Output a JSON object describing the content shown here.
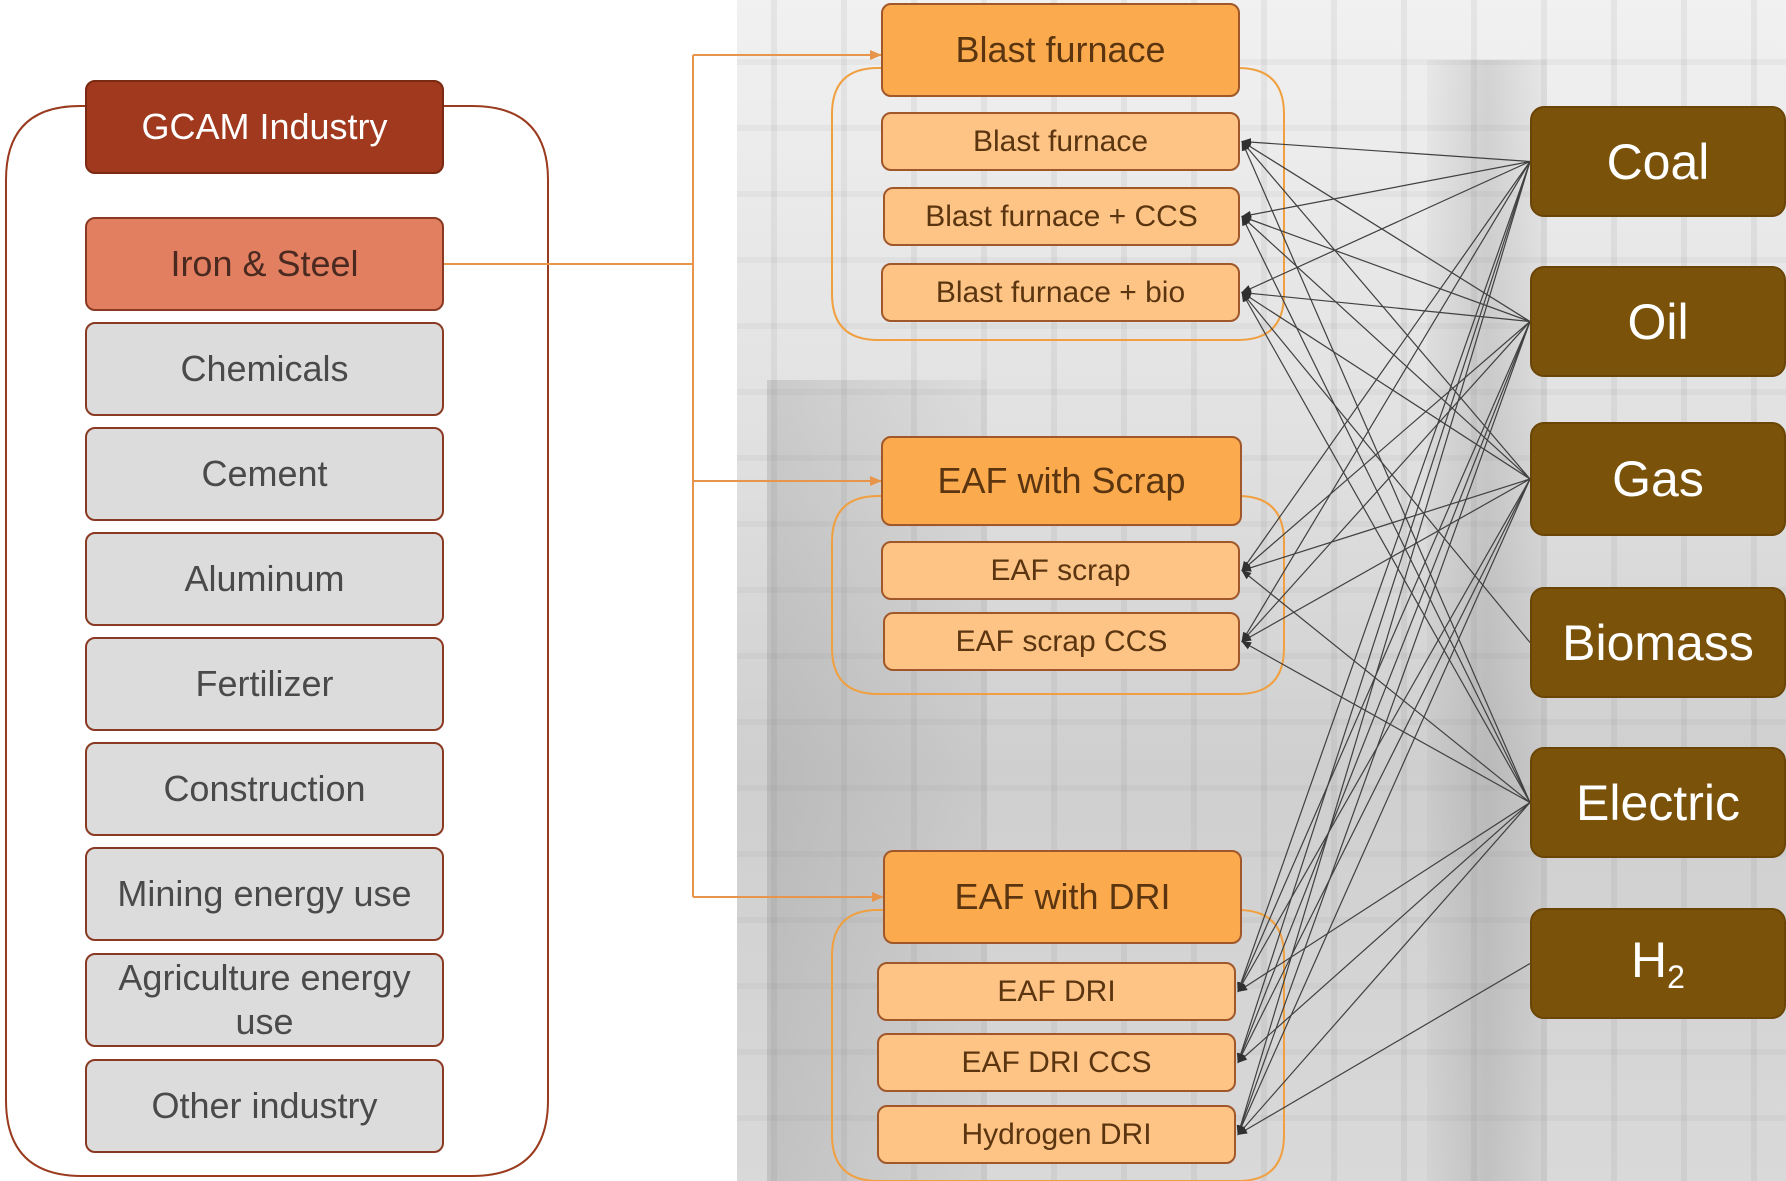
{
  "gcam_title": "GCAM Industry",
  "sectors": [
    {
      "label": "Iron & Steel",
      "active": true
    },
    {
      "label": "Chemicals",
      "active": false
    },
    {
      "label": "Cement",
      "active": false
    },
    {
      "label": "Aluminum",
      "active": false
    },
    {
      "label": "Fertilizer",
      "active": false
    },
    {
      "label": "Construction",
      "active": false
    },
    {
      "label": "Mining energy use",
      "active": false
    },
    {
      "label": "Agriculture energy use",
      "active": false
    },
    {
      "label": "Other industry",
      "active": false
    }
  ],
  "routes": [
    {
      "label": "Blast furnace",
      "techs": [
        "Blast furnace",
        "Blast furnace + CCS",
        "Blast furnace + bio"
      ]
    },
    {
      "label": "EAF with Scrap",
      "techs": [
        "EAF scrap",
        "EAF scrap CCS"
      ]
    },
    {
      "label": "EAF with DRI",
      "techs": [
        "EAF DRI",
        "EAF DRI CCS",
        "Hydrogen DRI"
      ]
    }
  ],
  "fuels": [
    {
      "label": "Coal"
    },
    {
      "label": "Oil"
    },
    {
      "label": "Gas"
    },
    {
      "label": "Biomass"
    },
    {
      "label": "Electric"
    },
    {
      "label": "H",
      "subscript": "2"
    }
  ],
  "links": [
    [
      0,
      0
    ],
    [
      0,
      1
    ],
    [
      0,
      2
    ],
    [
      0,
      3
    ],
    [
      0,
      4
    ],
    [
      0,
      5
    ],
    [
      0,
      6
    ],
    [
      0,
      7
    ],
    [
      1,
      0
    ],
    [
      1,
      1
    ],
    [
      1,
      2
    ],
    [
      1,
      3
    ],
    [
      1,
      4
    ],
    [
      1,
      5
    ],
    [
      1,
      6
    ],
    [
      1,
      7
    ],
    [
      2,
      0
    ],
    [
      2,
      1
    ],
    [
      2,
      2
    ],
    [
      2,
      3
    ],
    [
      2,
      4
    ],
    [
      2,
      5
    ],
    [
      2,
      6
    ],
    [
      2,
      7
    ],
    [
      3,
      2
    ],
    [
      4,
      0
    ],
    [
      4,
      1
    ],
    [
      4,
      2
    ],
    [
      4,
      3
    ],
    [
      4,
      4
    ],
    [
      4,
      5
    ],
    [
      4,
      6
    ],
    [
      4,
      7
    ],
    [
      5,
      7
    ]
  ],
  "colors": {
    "gcam_title": "#a0391d",
    "sector_active": "#e27f60",
    "sector": "#dcdcdc",
    "route": "#fbaa4e",
    "tech": "#fdc486",
    "fuel": "#7a5209",
    "group_outline": "#f0a040",
    "gcam_outline": "#9a3a1e",
    "connector": "#e6954a",
    "wire": "#404040"
  }
}
